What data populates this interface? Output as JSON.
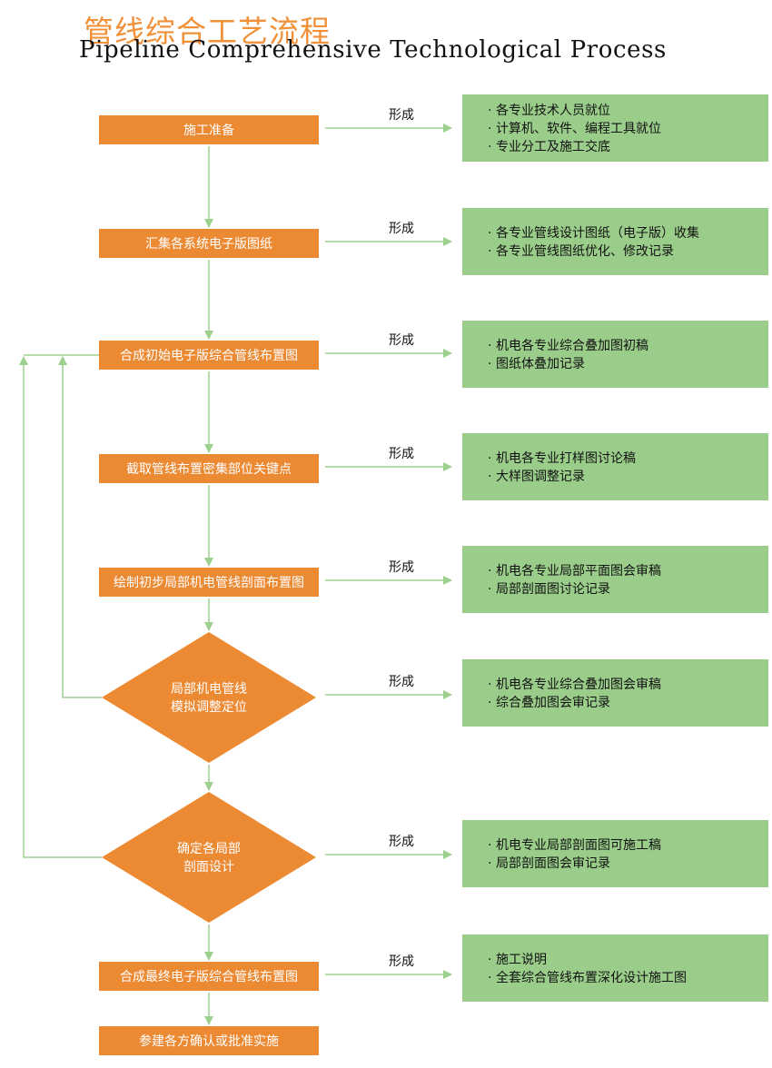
{
  "title_cn": "管线综合工艺流程",
  "title_en": "Pipeline Comprehensive Technological Process",
  "connector_label": "形成",
  "colors": {
    "step": "#ec8a34",
    "output": "#9bcd8a",
    "arrow": "#9dd08f",
    "title": "#f0913a"
  },
  "steps": [
    {
      "lines": [
        "施工准备"
      ],
      "shape": "rect",
      "output": [
        "各专业技术人员就位",
        "计算机、软件、编程工具就位",
        "专业分工及施工交底"
      ]
    },
    {
      "lines": [
        "汇集各系统电子版图纸"
      ],
      "shape": "rect",
      "output": [
        "各专业管线设计图纸（电子版）收集",
        "各专业管线图纸优化、修改记录"
      ]
    },
    {
      "lines": [
        "合成初始电子版综合管线布置图"
      ],
      "shape": "rect",
      "output": [
        "机电各专业综合叠加图初稿",
        "图纸体叠加记录"
      ]
    },
    {
      "lines": [
        "截取管线布置密集部位关键点"
      ],
      "shape": "rect",
      "output": [
        "机电各专业打样图讨论稿",
        "大样图调整记录"
      ]
    },
    {
      "lines": [
        "绘制初步局部机电管线剖面布置图"
      ],
      "shape": "rect",
      "output": [
        "机电各专业局部平面图会审稿",
        "局部剖面图讨论记录"
      ]
    },
    {
      "lines": [
        "局部机电管线",
        "模拟调整定位"
      ],
      "shape": "diamond",
      "output": [
        "机电各专业综合叠加图会审稿",
        "综合叠加图会审记录"
      ]
    },
    {
      "lines": [
        "确定各局部",
        "剖面设计"
      ],
      "shape": "diamond",
      "output": [
        "机电专业局部剖面图可施工稿",
        "局部剖面图会审记录"
      ]
    },
    {
      "lines": [
        "合成最终电子版综合管线布置图"
      ],
      "shape": "rect",
      "output": [
        "施工说明",
        "全套综合管线布置深化设计施工图"
      ]
    },
    {
      "lines": [
        "参建各方确认或批准实施"
      ],
      "shape": "rect",
      "output": []
    }
  ]
}
